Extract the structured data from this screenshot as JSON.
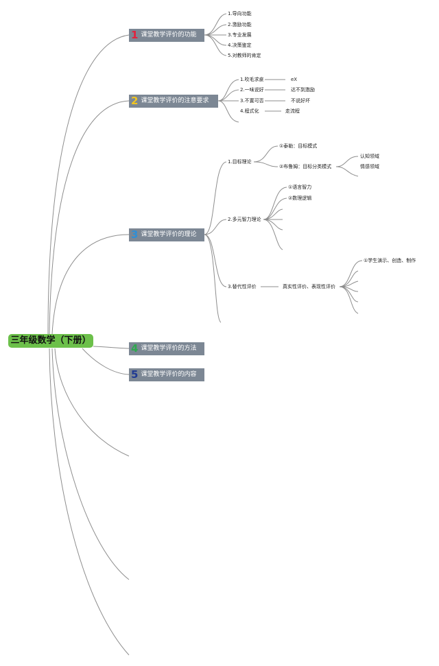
{
  "root": {
    "label": "三年级数学（下册）"
  },
  "branches": [
    {
      "num": "1",
      "num_color": "#e2213c",
      "label": "课堂教学评价的功能"
    },
    {
      "num": "2",
      "num_color": "#f2c51f",
      "label": "课堂教学评价的注意要求"
    },
    {
      "num": "3",
      "num_color": "#2f8fd6",
      "label": "课堂教学评价的理论"
    },
    {
      "num": "4",
      "num_color": "#2fa84f",
      "label": "课堂教学评价的方法"
    },
    {
      "num": "5",
      "num_color": "#1f3a93",
      "label": "课堂教学评价的内容"
    }
  ],
  "functions": [
    "1.导向功能",
    "2.激励功能",
    "3.专业发展",
    "4.决策鉴定",
    "5.对教师的肯定"
  ],
  "requirements": [
    {
      "item": "1.吹毛求疵",
      "note": "eX"
    },
    {
      "item": "2.一味说好",
      "note": "达不到激励"
    },
    {
      "item": "3.不置可否",
      "note": "不说好坏"
    },
    {
      "item": "4.程式化",
      "note": "走流程"
    }
  ],
  "theory": {
    "goal": {
      "label": "1.目标理论",
      "tyler": "①泰勒：目标模式",
      "bloom": "②布鲁姆：目标分类模式",
      "domains": [
        "认知领域",
        "情感领域"
      ]
    },
    "multi": {
      "label": "2.多元智力理论",
      "items": [
        "①语言智力",
        "②数理逻辑"
      ]
    },
    "alt": {
      "label": "3.替代性评价",
      "desc": "真实性评价、表现性评价",
      "items": [
        "①学生演示、创造、制作"
      ]
    }
  }
}
